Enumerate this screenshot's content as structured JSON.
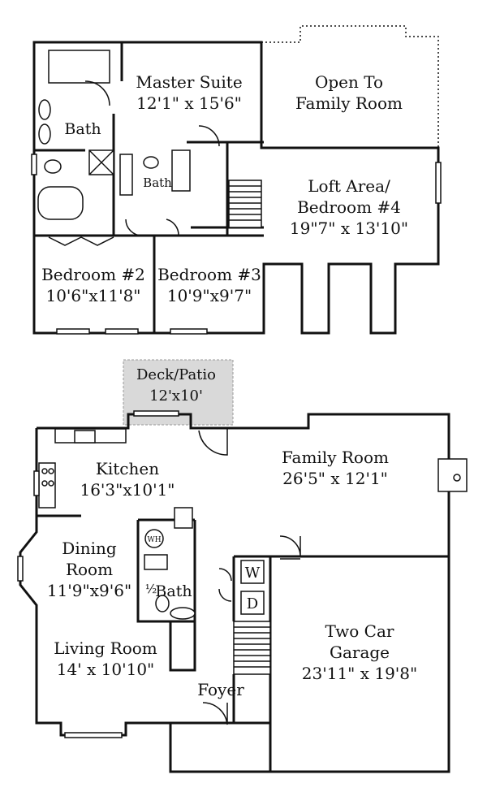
{
  "upper_floor": {
    "master_suite": {
      "name": "Master Suite",
      "size": "12'1\" x 15'6\""
    },
    "master_bath": {
      "name": "Bath"
    },
    "hall_bath": {
      "name": "Bath"
    },
    "open_to_family": {
      "line1": "Open To",
      "line2": "Family Room"
    },
    "loft": {
      "line1": "Loft Area/",
      "line2": "Bedroom #4",
      "size": "19\"7\" x 13'10\""
    },
    "bedroom2": {
      "name": "Bedroom #2",
      "size": "10'6\"x11'8\""
    },
    "bedroom3": {
      "name": "Bedroom #3",
      "size": "10'9\"x9'7\""
    }
  },
  "main_floor": {
    "deck": {
      "name": "Deck/Patio",
      "size": "12'x10'"
    },
    "kitchen": {
      "name": "Kitchen",
      "size": "16'3\"x10'1\""
    },
    "family_room": {
      "name": "Family Room",
      "size": "26'5\" x 12'1\""
    },
    "dining_room": {
      "line1": "Dining",
      "line2": "Room",
      "size": "11'9\"x9'6\""
    },
    "half_bath": {
      "fraction": "½",
      "name": "Bath"
    },
    "water_heater": {
      "label": "WH"
    },
    "washer": {
      "label": "W"
    },
    "dryer": {
      "label": "D"
    },
    "living_room": {
      "name": "Living Room",
      "size": "14' x 10'10\""
    },
    "foyer": {
      "name": "Foyer"
    },
    "garage": {
      "line1": "Two Car",
      "line2": "Garage",
      "size": "23'11\" x 19'8\""
    }
  }
}
